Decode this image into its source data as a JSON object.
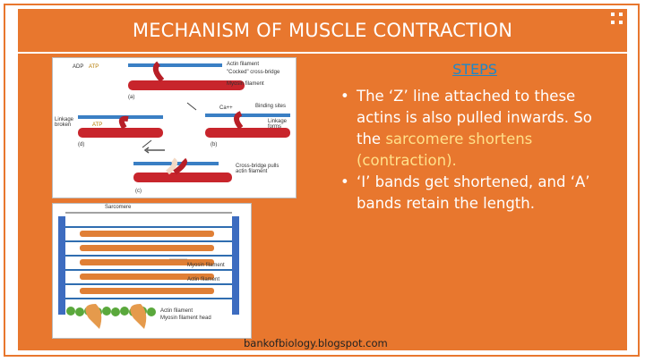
{
  "title": "MECHANISM OF MUSCLE CONTRACTION",
  "steps_heading": "STEPS",
  "bullets": [
    {
      "before": "The ‘Z’ line attached to these actins is also pulled inwards. So the ",
      "highlight": "sarcomere shortens (contraction).",
      "after": ""
    },
    {
      "before": "‘I’ bands get shortened, and ‘A’ bands retain the length.",
      "highlight": "",
      "after": ""
    }
  ],
  "footer": "bankofbiology.blogspot.com",
  "diagram1": {
    "labels": {
      "actin": "Actin filament",
      "cocked": "\"Cocked\" cross-bridge",
      "myosin": "Myosin filament",
      "binding_sites": "Binding sites",
      "linkage_broken": "Linkage broken",
      "linkage_forms": "Linkage forms",
      "pulls": "Cross-bridge pulls actin filament",
      "adp": "ADP",
      "atp": "ATP",
      "ca": "Ca++",
      "a": "(a)",
      "b": "(b)",
      "c": "(c)",
      "d": "(d)"
    }
  },
  "diagram2": {
    "labels": {
      "sarcomere": "Sarcomere",
      "myosin_filament": "Myosin filament",
      "actin_filament": "Actin filament",
      "actin_filament_2": "Actin filament",
      "myosin_head": "Myosin filament head"
    }
  },
  "colors": {
    "accent": "#e8772e",
    "steps": "#1e88c8",
    "highlight": "#ffe08a"
  }
}
